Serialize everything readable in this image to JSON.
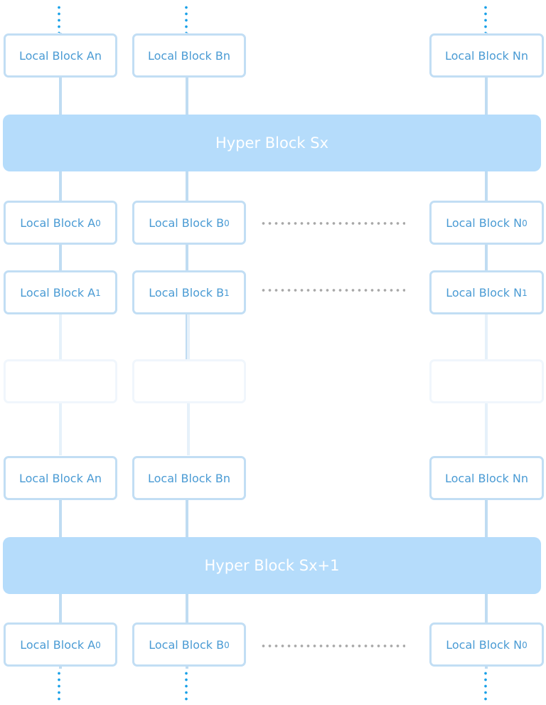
{
  "colors": {
    "local_border": "#c2def4",
    "local_text": "#4a9bd4",
    "hyper_fill": "#b5dcfb",
    "hyper_text": "#ffffff",
    "connector": "#bfdcf2",
    "chain_dots": "#1aa1e8",
    "row_dots": "#a8a8a8"
  },
  "row_top": {
    "a": "Local Block A",
    "a_sub": "n",
    "b": "Local Block B",
    "b_sub": "n",
    "n": "Local Block N",
    "n_sub": "n"
  },
  "hyper_1": {
    "label": "Hyper Block Sx"
  },
  "row_0": {
    "a": "Local Block A",
    "a_sub": "0",
    "b": "Local Block B",
    "b_sub": "0",
    "n": "Local Block N",
    "n_sub": "0"
  },
  "row_1": {
    "a": "Local Block A",
    "a_sub": "1",
    "b": "Local Block B",
    "b_sub": "1",
    "n": "Local Block N",
    "n_sub": "1"
  },
  "row_n": {
    "a": "Local Block A",
    "a_sub": "n",
    "b": "Local Block B",
    "b_sub": "n",
    "n": "Local Block N",
    "n_sub": "n"
  },
  "hyper_2": {
    "label": "Hyper Block Sx+1"
  },
  "row_bottom": {
    "a": "Local Block A",
    "a_sub": "0",
    "b": "Local Block B",
    "b_sub": "0",
    "n": "Local Block N",
    "n_sub": "0"
  }
}
